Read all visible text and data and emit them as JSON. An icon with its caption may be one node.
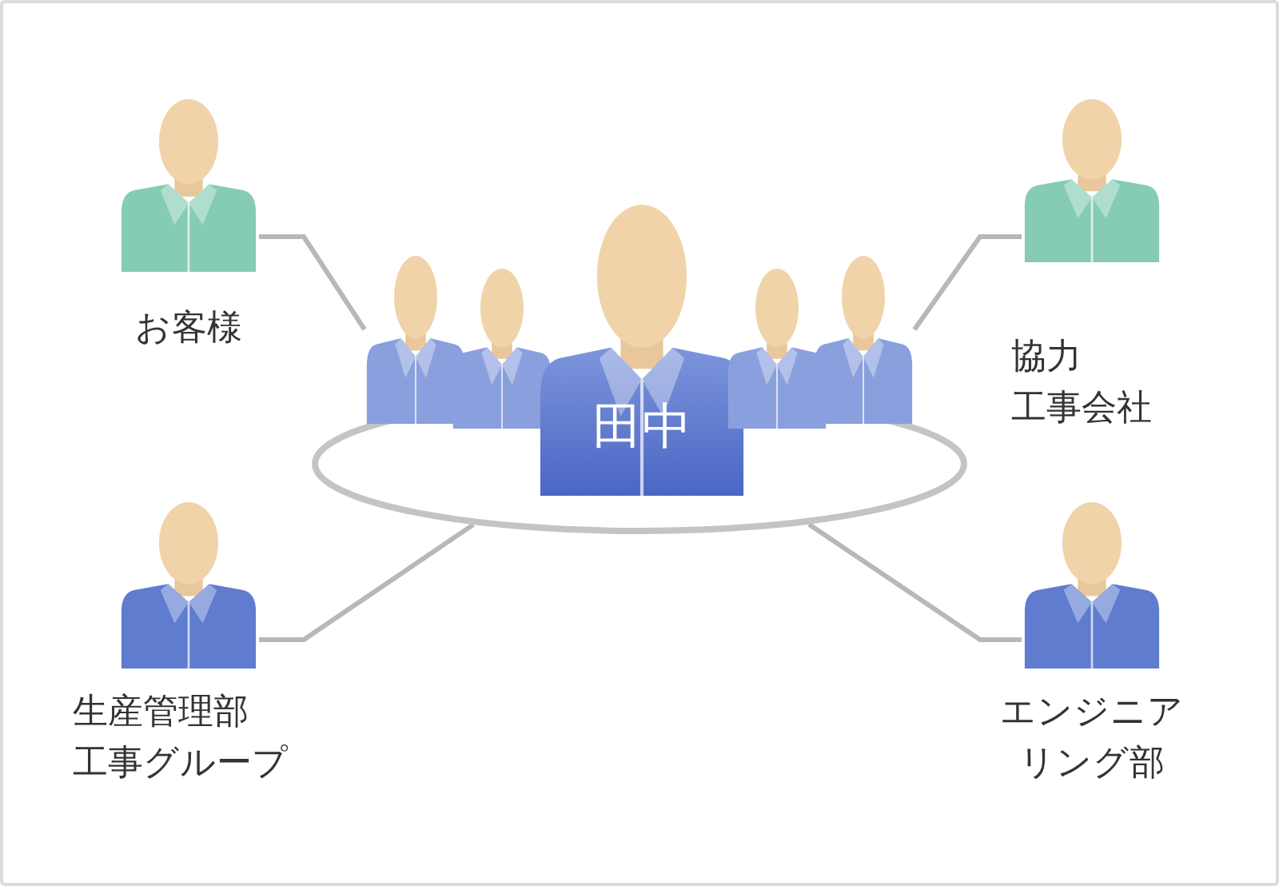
{
  "diagram": {
    "nodes": [
      {
        "text": [
          "お客様"
        ]
      },
      {
        "text": [],
        "shape": "circle"
      },
      {
        "text": [],
        "shape": "person"
      },
      {
        "text": [],
        "shape": "person"
      },
      {
        "text": [
          "田中"
        ]
      },
      {
        "text": [],
        "shape": "person"
      },
      {
        "text": [],
        "shape": "person"
      },
      {
        "text": [
          "協力工事会社"
        ]
      },
      {
        "text": [
          "生産管理部工事グループ"
        ]
      },
      {
        "text": [
          "エンジニアリング部"
        ]
      }
    ],
    "edges": [
      {
        "from": 0,
        "to": 2,
        "arrow": "none"
      },
      {
        "from": 7,
        "to": 6,
        "arrow": "none"
      },
      {
        "from": 8,
        "to": 1,
        "arrow": "none"
      },
      {
        "from": 9,
        "to": 1,
        "arrow": "none"
      }
    ]
  }
}
